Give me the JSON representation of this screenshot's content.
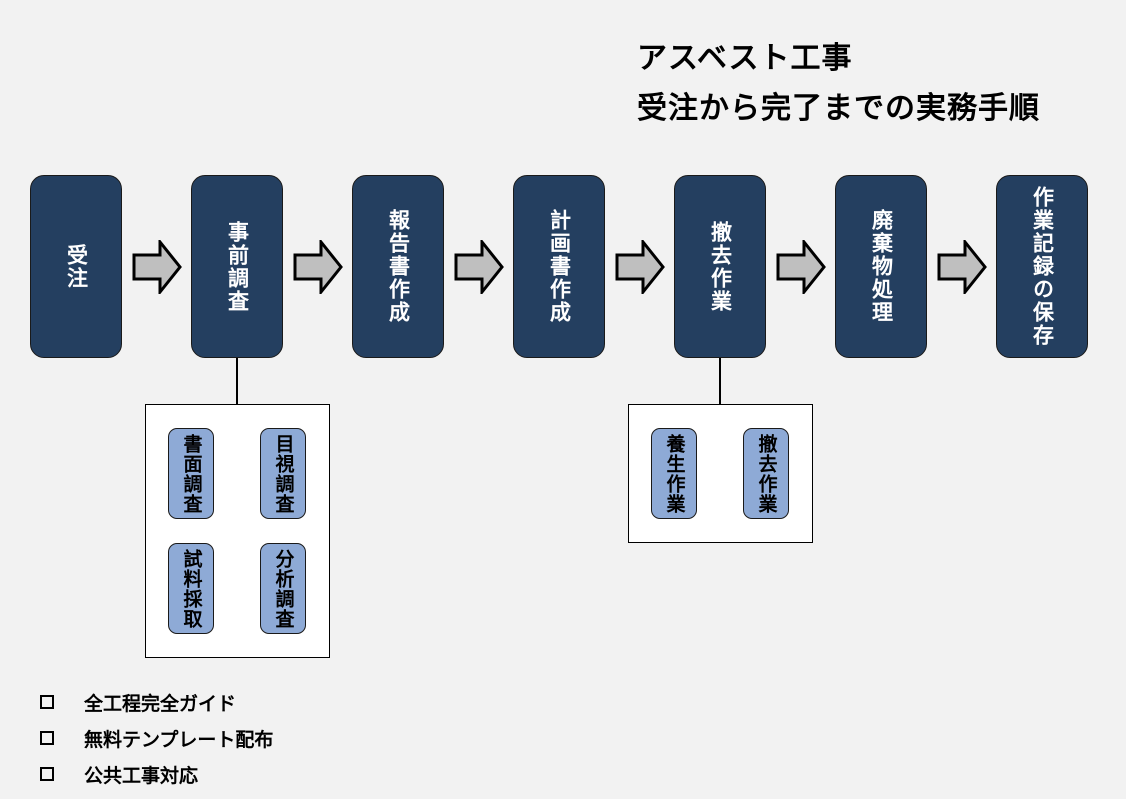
{
  "title": {
    "line1": "アスベスト工事",
    "line2": "受注から完了までの実務手順"
  },
  "colors": {
    "background": "#f2f2f2",
    "step_fill": "#243f60",
    "substep_fill": "#8eaad6",
    "arrow_fill": "#bfbfbf"
  },
  "steps": [
    {
      "label": "受注"
    },
    {
      "label": "事前調査"
    },
    {
      "label": "報告書作成"
    },
    {
      "label": "計画書作成"
    },
    {
      "label": "撤去作業"
    },
    {
      "label": "廃棄物処理"
    },
    {
      "label": "作業記録の保存"
    }
  ],
  "arrow_icon": "right-block-arrow",
  "substeps": {
    "pre_survey": [
      {
        "label": "書面調査"
      },
      {
        "label": "目視調査"
      },
      {
        "label": "試料採取"
      },
      {
        "label": "分析調査"
      }
    ],
    "removal": [
      {
        "label": "養生作業"
      },
      {
        "label": "撤去作業"
      }
    ]
  },
  "bullets": [
    {
      "icon": "checkbox-empty",
      "text": "全工程完全ガイド"
    },
    {
      "icon": "checkbox-empty",
      "text": "無料テンプレート配布"
    },
    {
      "icon": "checkbox-empty",
      "text": "公共工事対応"
    }
  ]
}
